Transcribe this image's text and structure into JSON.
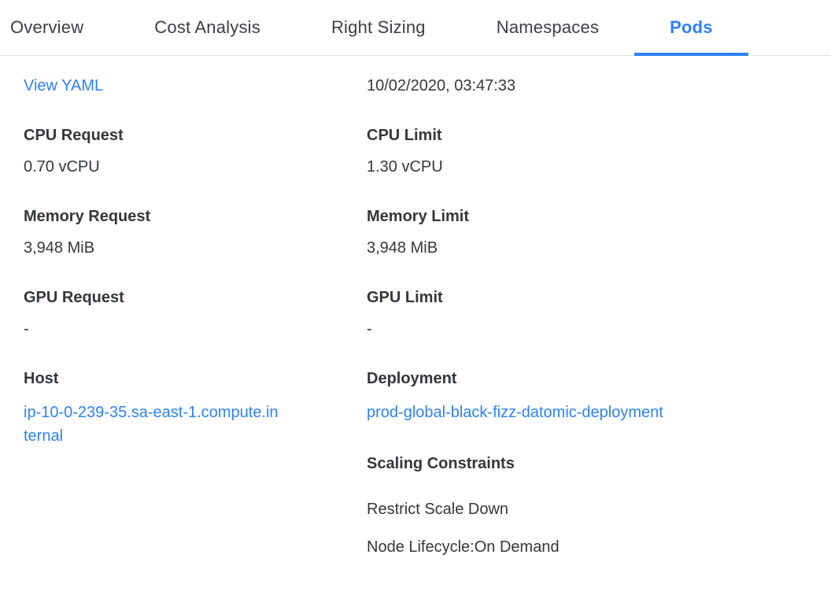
{
  "colors": {
    "accent": "#2d81f7",
    "tab_inactive_text": "#3a3f45",
    "body_text": "#33373b",
    "tabbar_border": "#e2e2e2"
  },
  "tabs": [
    {
      "label": "Overview"
    },
    {
      "label": "Cost Analysis"
    },
    {
      "label": "Right Sizing"
    },
    {
      "label": "Namespaces"
    },
    {
      "label": "Pods"
    }
  ],
  "active_tab": "Pods",
  "panel": {
    "view_yaml_link": "View YAML",
    "last_updated": "10/02/2020, 03:47:33",
    "cpu_request": {
      "label": "CPU Request",
      "value": "0.70 vCPU"
    },
    "cpu_limit": {
      "label": "CPU Limit",
      "value": "1.30 vCPU"
    },
    "memory_request": {
      "label": "Memory Request",
      "value": "3,948 MiB"
    },
    "memory_limit": {
      "label": "Memory Limit",
      "value": "3,948 MiB"
    },
    "gpu_request": {
      "label": "GPU Request",
      "value": "-"
    },
    "gpu_limit": {
      "label": "GPU Limit",
      "value": "-"
    },
    "host": {
      "label": "Host",
      "value": "ip-10-0-239-35.sa-east-1.compute.internal"
    },
    "deployment": {
      "label": "Deployment",
      "value": "prod-global-black-fizz-datomic-deployment"
    },
    "scaling_constraints": {
      "label": "Scaling Constraints",
      "items": [
        "Restrict Scale Down",
        "Node Lifecycle:On Demand"
      ]
    }
  }
}
